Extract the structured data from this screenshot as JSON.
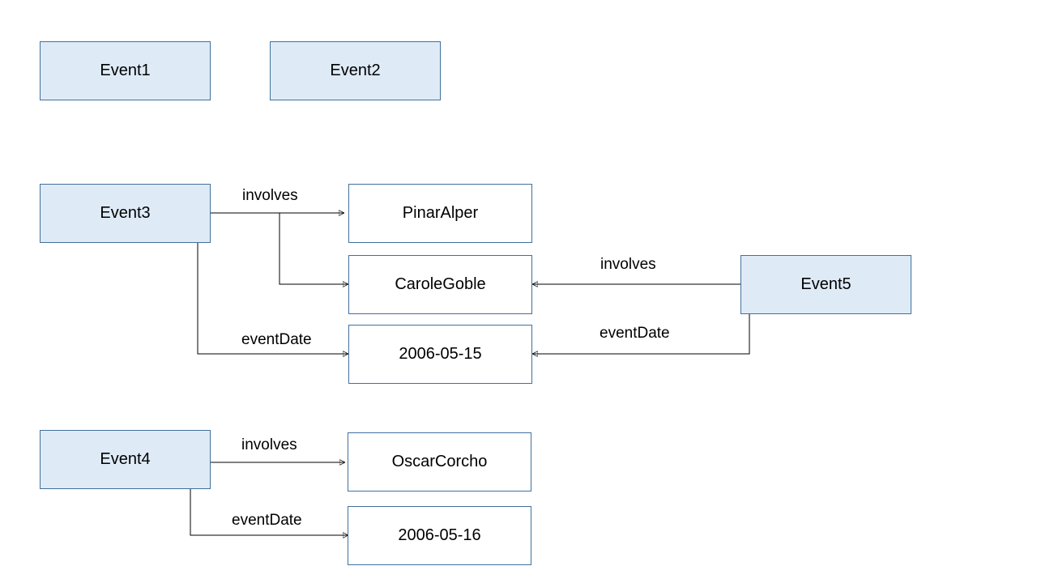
{
  "nodes": {
    "event1": "Event1",
    "event2": "Event2",
    "event3": "Event3",
    "event4": "Event4",
    "event5": "Event5",
    "pinar_alper": "PinarAlper",
    "carole_globe": "CaroleGoble",
    "date_2006_05_15": "2006-05-15",
    "oscar_corcho": "OscarCorcho",
    "date_2006_05_16": "2006-05-16"
  },
  "edges": {
    "event3_involves": "involves",
    "event3_eventDate": "eventDate",
    "event5_involves": "involves",
    "event5_eventDate": "eventDate",
    "event4_involves": "involves",
    "event4_eventDate": "eventDate"
  },
  "colors": {
    "event_fill": "#deebf7",
    "border": "#41719c",
    "line": "#000000"
  }
}
